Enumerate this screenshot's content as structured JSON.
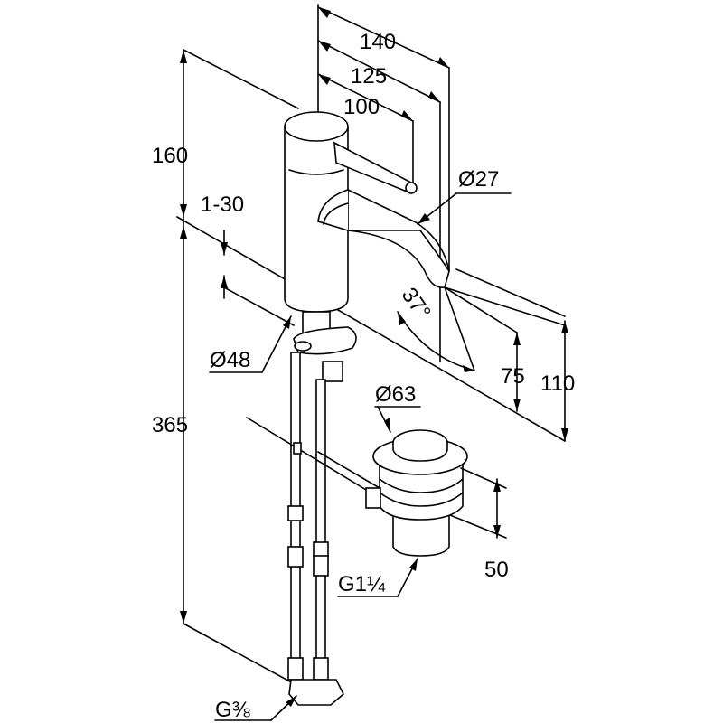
{
  "diagram": {
    "dimensions": {
      "width_140": "140",
      "width_125": "125",
      "width_100": "100",
      "height_160": "160",
      "range_1_30": "1-30",
      "diameter_27": "Ø27",
      "angle_37": "37°",
      "diameter_48": "Ø48",
      "height_365": "365",
      "diameter_63": "Ø63",
      "height_75": "75",
      "height_110": "110",
      "height_50": "50",
      "thread_g1_1_4": "G1¼",
      "thread_g3_8": "G⅜"
    }
  }
}
